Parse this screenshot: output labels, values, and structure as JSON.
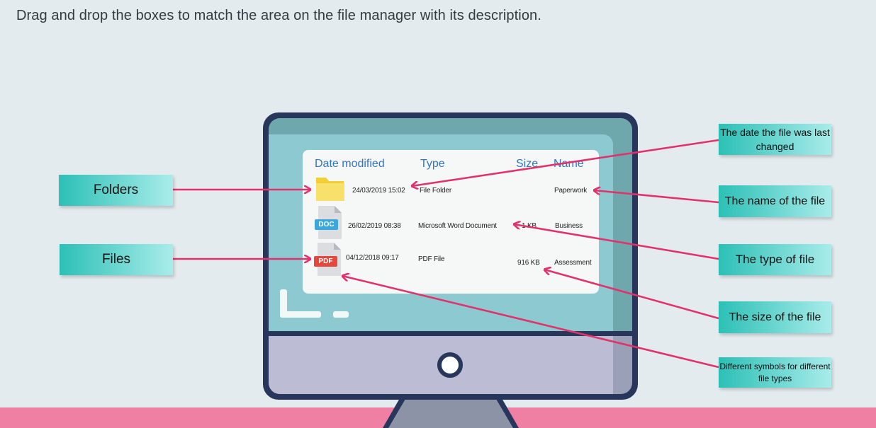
{
  "instruction": "Drag and drop the boxes to match the area on the file manager with its description.",
  "file_manager": {
    "headers": {
      "date": "Date modified",
      "type": "Type",
      "size": "Size",
      "name": "Name"
    },
    "rows": [
      {
        "icon": "folder-icon",
        "date": "24/03/2019 15:02",
        "type": "File Folder",
        "size": "",
        "name": "Paperwork"
      },
      {
        "icon": "doc-file-icon",
        "icon_label": "DOC",
        "date": "26/02/2019 08:38",
        "type": "Microsoft Word Document",
        "size": "1 KB",
        "name": "Business"
      },
      {
        "icon": "pdf-file-icon",
        "icon_label": "PDF",
        "date": "04/12/2018 09:17",
        "type": "PDF File",
        "size": "916 KB",
        "name": "Assessment"
      }
    ]
  },
  "left_boxes": [
    {
      "label": "Folders"
    },
    {
      "label": "Files"
    }
  ],
  "right_boxes": [
    {
      "label": "The date the file was last changed"
    },
    {
      "label": "The name of the file"
    },
    {
      "label": "The type of file"
    },
    {
      "label": "The size of the file"
    },
    {
      "label": "Different symbols for different file types"
    }
  ],
  "colors": {
    "arrow": "#e0336c",
    "box_gradient_start": "#2cc0b6",
    "box_gradient_end": "#a9ecea",
    "header_text": "#3176c2",
    "doc_tag": "#3aa7de",
    "pdf_tag": "#e5473c",
    "folder": "#f6dc4a"
  }
}
